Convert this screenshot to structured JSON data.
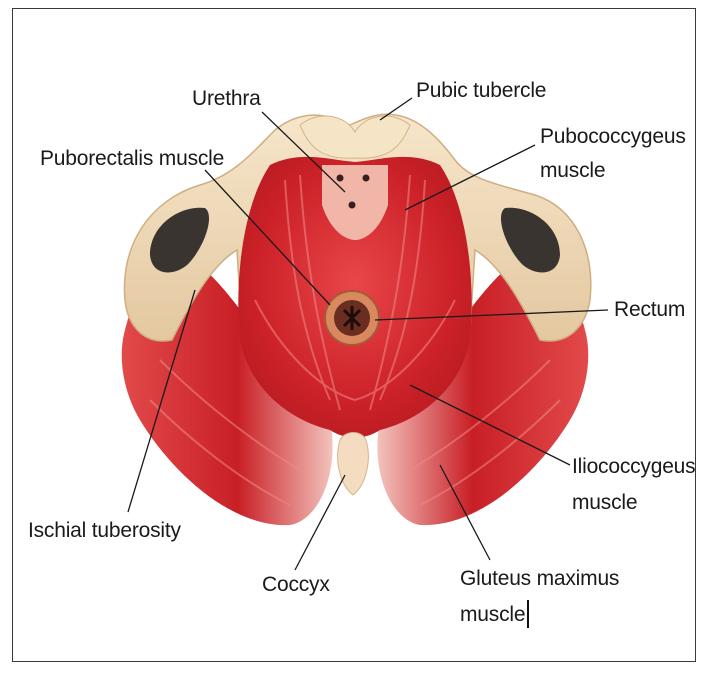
{
  "labels": {
    "urethra": "Urethra",
    "pubic_tubercle": "Pubic tubercle",
    "puborectalis": "Puborectalis muscle",
    "pubococcygeus_1": "Pubococcygeus",
    "pubococcygeus_2": "muscle",
    "rectum": "Rectum",
    "iliococcygeus_1": "Iliococcygeus",
    "iliococcygeus_2": "muscle",
    "ischial_tuberosity": "Ischial tuberosity",
    "coccyx": "Coccyx",
    "gluteus_1": "Gluteus maximus",
    "gluteus_2": "muscle"
  },
  "colors": {
    "muscle": "#d42a2e",
    "muscle_light": "#f1b6b0",
    "bone": "#efd9b8",
    "bone_shadow": "#cdb08a",
    "text": "#1a1a1a",
    "border": "#3a3a3a"
  }
}
